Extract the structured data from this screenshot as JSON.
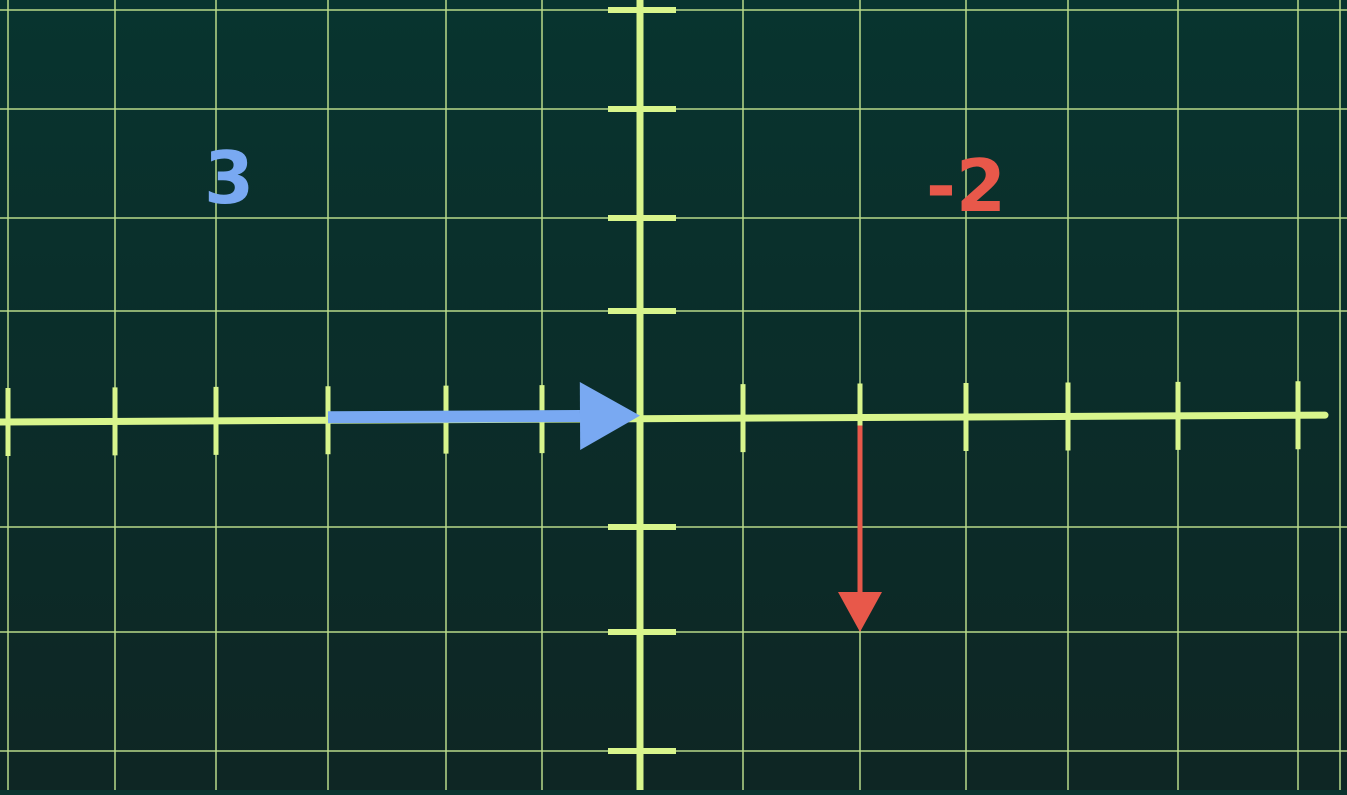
{
  "colors": {
    "background_top": "#08342f",
    "background_bottom": "#0e2624",
    "grid_line": "#b8d98a",
    "axis": "#d8f58c",
    "blue_vector": "#79a9f2",
    "red_vector": "#e8584a"
  },
  "grid": {
    "x_ticks": [
      -6,
      -5,
      -4,
      -3,
      -2,
      -1,
      1,
      2,
      3,
      4,
      5,
      6
    ],
    "y_ticks": [
      -3,
      -2,
      -1,
      1,
      2,
      3,
      4
    ]
  },
  "vectors": [
    {
      "id": "blue",
      "from": [
        -3,
        0
      ],
      "to": [
        0,
        0
      ],
      "label": "3"
    },
    {
      "id": "red",
      "from": [
        2,
        0
      ],
      "to": [
        2,
        -2
      ],
      "label": "-2"
    }
  ]
}
